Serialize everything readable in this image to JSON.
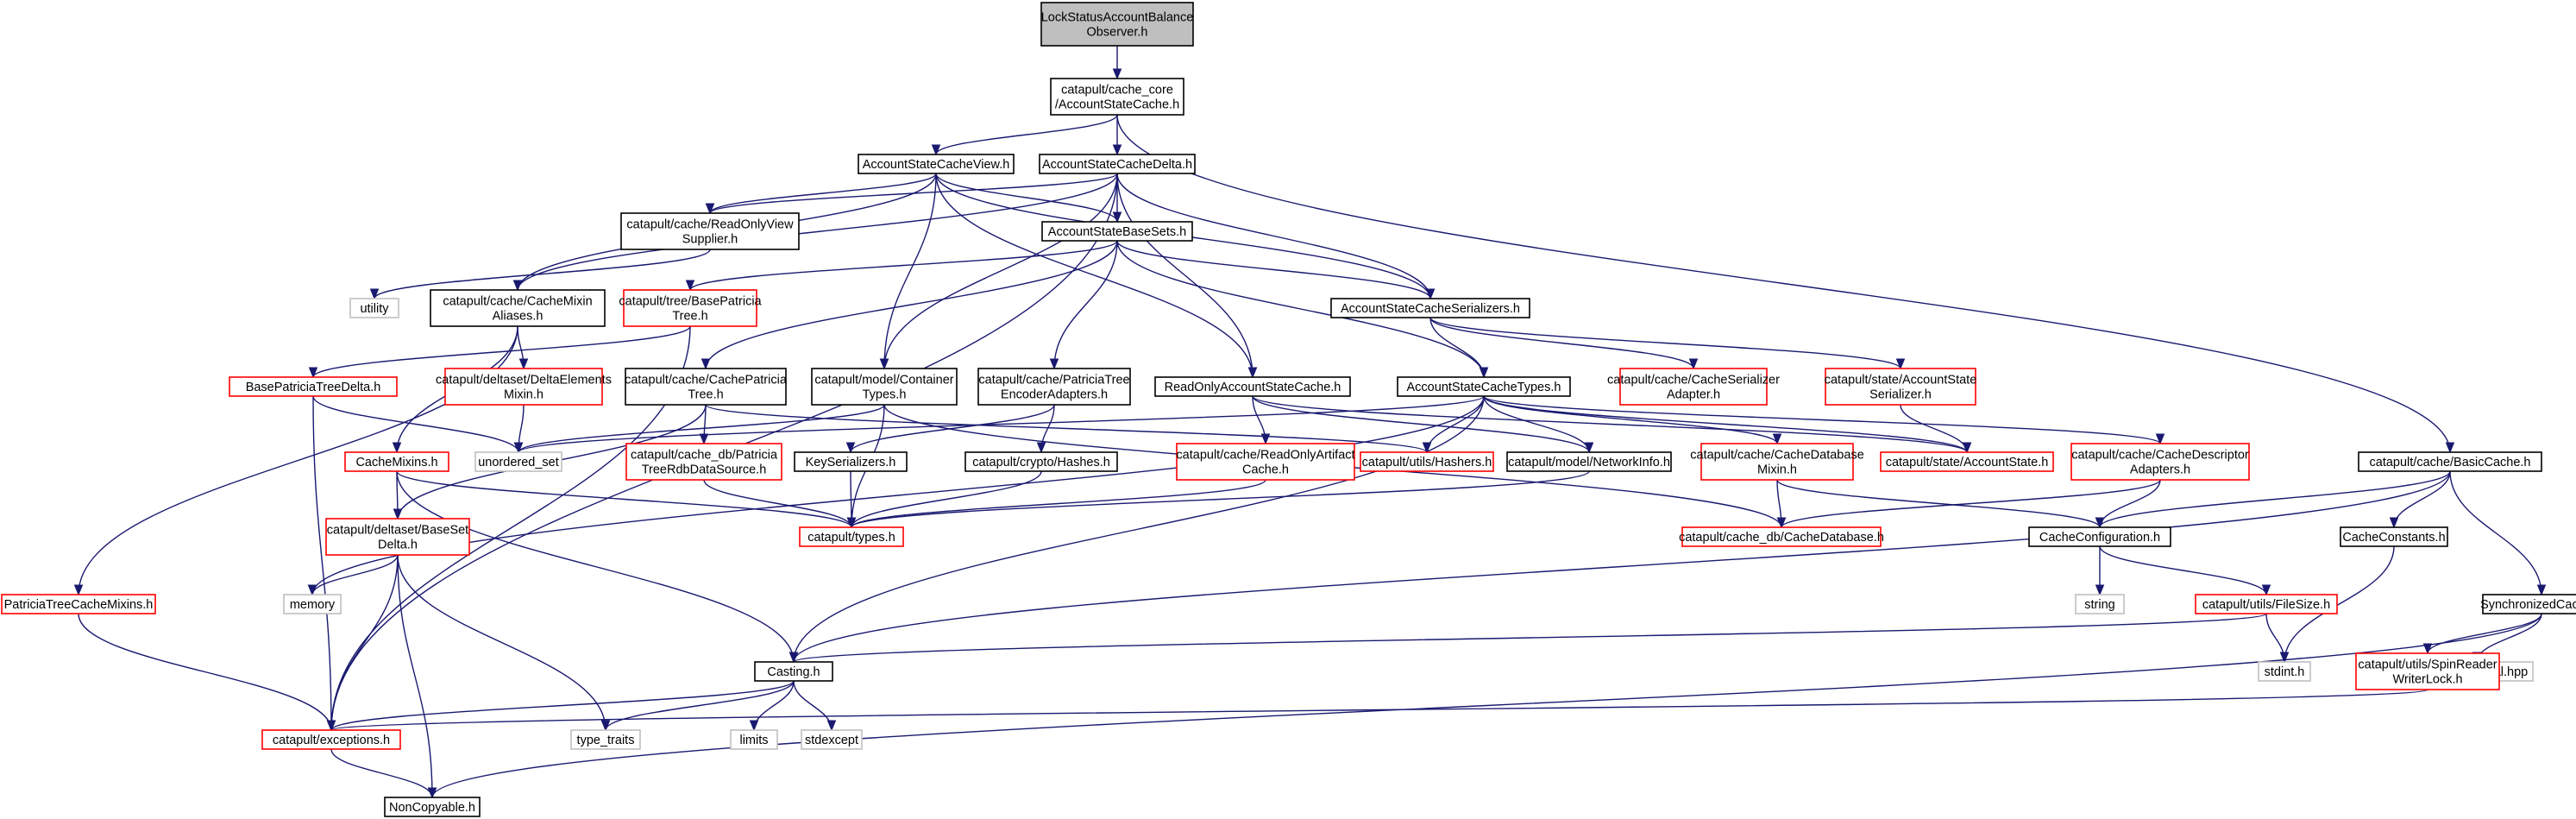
{
  "diagram": {
    "colors": {
      "edge": "#191970",
      "root_fill": "#bfbfbf",
      "root_border": "#000000",
      "normal_border": "#000000",
      "truncated_border": "#ff0000",
      "external_border": "#bfbfbf",
      "external_text": "#555555",
      "node_fill": "#ffffff"
    },
    "nodes": [
      {
        "id": "n0",
        "lines": [
          "LockStatusAccountBalance",
          "Observer.h"
        ],
        "style": "root"
      },
      {
        "id": "n1",
        "lines": [
          "catapult/cache_core",
          "/AccountStateCache.h"
        ],
        "style": "normal"
      },
      {
        "id": "n2",
        "lines": [
          "AccountStateCacheView.h"
        ],
        "style": "normal"
      },
      {
        "id": "n3",
        "lines": [
          "AccountStateCacheDelta.h"
        ],
        "style": "normal"
      },
      {
        "id": "n4",
        "lines": [
          "catapult/cache/ReadOnlyView",
          "Supplier.h"
        ],
        "style": "normal"
      },
      {
        "id": "n5",
        "lines": [
          "AccountStateBaseSets.h"
        ],
        "style": "normal"
      },
      {
        "id": "n6",
        "lines": [
          "utility"
        ],
        "style": "external"
      },
      {
        "id": "n7",
        "lines": [
          "catapult/cache/CacheMixin",
          "Aliases.h"
        ],
        "style": "normal"
      },
      {
        "id": "n8",
        "lines": [
          "catapult/tree/BasePatricia",
          "Tree.h"
        ],
        "style": "truncated"
      },
      {
        "id": "n9",
        "lines": [
          "AccountStateCacheSerializers.h"
        ],
        "style": "normal"
      },
      {
        "id": "n10",
        "lines": [
          "BasePatriciaTreeDelta.h"
        ],
        "style": "truncated"
      },
      {
        "id": "n11",
        "lines": [
          "catapult/deltaset/DeltaElements",
          "Mixin.h"
        ],
        "style": "truncated"
      },
      {
        "id": "n12",
        "lines": [
          "catapult/cache/CachePatricia",
          "Tree.h"
        ],
        "style": "normal"
      },
      {
        "id": "n13",
        "lines": [
          "catapult/model/Container",
          "Types.h"
        ],
        "style": "normal"
      },
      {
        "id": "n14",
        "lines": [
          "catapult/cache/PatriciaTree",
          "EncoderAdapters.h"
        ],
        "style": "normal"
      },
      {
        "id": "n15",
        "lines": [
          "ReadOnlyAccountStateCache.h"
        ],
        "style": "normal"
      },
      {
        "id": "n16",
        "lines": [
          "AccountStateCacheTypes.h"
        ],
        "style": "normal"
      },
      {
        "id": "n17",
        "lines": [
          "catapult/cache/CacheSerializer",
          "Adapter.h"
        ],
        "style": "truncated"
      },
      {
        "id": "n18",
        "lines": [
          "catapult/state/AccountState",
          "Serializer.h"
        ],
        "style": "truncated"
      },
      {
        "id": "n19",
        "lines": [
          "unordered_set"
        ],
        "style": "external"
      },
      {
        "id": "n20",
        "lines": [
          "CacheMixins.h"
        ],
        "style": "truncated"
      },
      {
        "id": "n21",
        "lines": [
          "catapult/cache_db/Patricia",
          "TreeRdbDataSource.h"
        ],
        "style": "truncated"
      },
      {
        "id": "n22",
        "lines": [
          "KeySerializers.h"
        ],
        "style": "normal"
      },
      {
        "id": "n23",
        "lines": [
          "catapult/crypto/Hashes.h"
        ],
        "style": "normal"
      },
      {
        "id": "n24",
        "lines": [
          "catapult/cache/ReadOnlyArtifact",
          "Cache.h"
        ],
        "style": "truncated"
      },
      {
        "id": "n25",
        "lines": [
          "catapult/utils/Hashers.h"
        ],
        "style": "truncated"
      },
      {
        "id": "n26",
        "lines": [
          "catapult/model/NetworkInfo.h"
        ],
        "style": "normal"
      },
      {
        "id": "n27",
        "lines": [
          "catapult/cache/CacheDatabase",
          "Mixin.h"
        ],
        "style": "truncated"
      },
      {
        "id": "n28",
        "lines": [
          "catapult/state/AccountState.h"
        ],
        "style": "truncated"
      },
      {
        "id": "n29",
        "lines": [
          "catapult/cache/CacheDescriptor",
          "Adapters.h"
        ],
        "style": "truncated"
      },
      {
        "id": "n30",
        "lines": [
          "catapult/cache/BasicCache.h"
        ],
        "style": "normal"
      },
      {
        "id": "n31",
        "lines": [
          "catapult/deltaset/BaseSet",
          "Delta.h"
        ],
        "style": "truncated"
      },
      {
        "id": "n32",
        "lines": [
          "catapult/types.h"
        ],
        "style": "truncated"
      },
      {
        "id": "n33",
        "lines": [
          "catapult/cache_db/CacheDatabase.h"
        ],
        "style": "truncated"
      },
      {
        "id": "n34",
        "lines": [
          "CacheConfiguration.h"
        ],
        "style": "normal"
      },
      {
        "id": "n35",
        "lines": [
          "CacheConstants.h"
        ],
        "style": "normal"
      },
      {
        "id": "n36",
        "lines": [
          "memory"
        ],
        "style": "external"
      },
      {
        "id": "n37",
        "lines": [
          "PatriciaTreeCacheMixins.h"
        ],
        "style": "truncated"
      },
      {
        "id": "n38",
        "lines": [
          "string"
        ],
        "style": "external"
      },
      {
        "id": "n39",
        "lines": [
          "catapult/utils/FileSize.h"
        ],
        "style": "truncated"
      },
      {
        "id": "n40",
        "lines": [
          "SynchronizedCache.h"
        ],
        "style": "normal"
      },
      {
        "id": "n41",
        "lines": [
          "Casting.h"
        ],
        "style": "normal"
      },
      {
        "id": "n42",
        "lines": [
          "stdint.h"
        ],
        "style": "external"
      },
      {
        "id": "n43",
        "lines": [
          "boost/optional.hpp"
        ],
        "style": "external"
      },
      {
        "id": "n44",
        "lines": [
          "catapult/utils/SpinReader",
          "WriterLock.h"
        ],
        "style": "truncated"
      },
      {
        "id": "n45",
        "lines": [
          "catapult/exceptions.h"
        ],
        "style": "truncated"
      },
      {
        "id": "n46",
        "lines": [
          "type_traits"
        ],
        "style": "external"
      },
      {
        "id": "n47",
        "lines": [
          "limits"
        ],
        "style": "external"
      },
      {
        "id": "n48",
        "lines": [
          "stdexcept"
        ],
        "style": "external"
      },
      {
        "id": "n49",
        "lines": [
          "NonCopyable.h"
        ],
        "style": "normal"
      }
    ],
    "edges": [
      [
        "n0",
        "n1"
      ],
      [
        "n1",
        "n2"
      ],
      [
        "n1",
        "n3"
      ],
      [
        "n1",
        "n30"
      ],
      [
        "n2",
        "n4"
      ],
      [
        "n2",
        "n5"
      ],
      [
        "n2",
        "n9"
      ],
      [
        "n2",
        "n7"
      ],
      [
        "n2",
        "n13"
      ],
      [
        "n2",
        "n15"
      ],
      [
        "n3",
        "n4"
      ],
      [
        "n3",
        "n5"
      ],
      [
        "n3",
        "n9"
      ],
      [
        "n3",
        "n7"
      ],
      [
        "n3",
        "n13"
      ],
      [
        "n3",
        "n15"
      ],
      [
        "n3",
        "n45"
      ],
      [
        "n4",
        "n6"
      ],
      [
        "n5",
        "n8"
      ],
      [
        "n5",
        "n9"
      ],
      [
        "n5",
        "n16"
      ],
      [
        "n5",
        "n12"
      ],
      [
        "n5",
        "n14"
      ],
      [
        "n7",
        "n11"
      ],
      [
        "n7",
        "n20"
      ],
      [
        "n7",
        "n37"
      ],
      [
        "n8",
        "n10"
      ],
      [
        "n8",
        "n45"
      ],
      [
        "n9",
        "n16"
      ],
      [
        "n9",
        "n17"
      ],
      [
        "n9",
        "n18"
      ],
      [
        "n10",
        "n19"
      ],
      [
        "n10",
        "n45"
      ],
      [
        "n11",
        "n19"
      ],
      [
        "n12",
        "n21"
      ],
      [
        "n12",
        "n25"
      ],
      [
        "n12",
        "n31"
      ],
      [
        "n13",
        "n19"
      ],
      [
        "n13",
        "n32"
      ],
      [
        "n13",
        "n33"
      ],
      [
        "n14",
        "n22"
      ],
      [
        "n14",
        "n23"
      ],
      [
        "n15",
        "n24"
      ],
      [
        "n15",
        "n26"
      ],
      [
        "n15",
        "n28"
      ],
      [
        "n16",
        "n19"
      ],
      [
        "n16",
        "n25"
      ],
      [
        "n16",
        "n26"
      ],
      [
        "n16",
        "n27"
      ],
      [
        "n16",
        "n28"
      ],
      [
        "n16",
        "n29"
      ],
      [
        "n16",
        "n41"
      ],
      [
        "n16",
        "n36"
      ],
      [
        "n18",
        "n28"
      ],
      [
        "n20",
        "n31"
      ],
      [
        "n20",
        "n32"
      ],
      [
        "n20",
        "n41"
      ],
      [
        "n21",
        "n32"
      ],
      [
        "n22",
        "n32"
      ],
      [
        "n23",
        "n32"
      ],
      [
        "n24",
        "n32"
      ],
      [
        "n26",
        "n32"
      ],
      [
        "n27",
        "n33"
      ],
      [
        "n27",
        "n34"
      ],
      [
        "n29",
        "n33"
      ],
      [
        "n29",
        "n34"
      ],
      [
        "n30",
        "n34"
      ],
      [
        "n30",
        "n35"
      ],
      [
        "n30",
        "n40"
      ],
      [
        "n30",
        "n41"
      ],
      [
        "n31",
        "n36"
      ],
      [
        "n31",
        "n45"
      ],
      [
        "n31",
        "n46"
      ],
      [
        "n31",
        "n49"
      ],
      [
        "n34",
        "n38"
      ],
      [
        "n34",
        "n39"
      ],
      [
        "n35",
        "n42"
      ],
      [
        "n37",
        "n45"
      ],
      [
        "n39",
        "n41"
      ],
      [
        "n39",
        "n42"
      ],
      [
        "n40",
        "n43"
      ],
      [
        "n40",
        "n44"
      ],
      [
        "n40",
        "n49"
      ],
      [
        "n41",
        "n45"
      ],
      [
        "n41",
        "n46"
      ],
      [
        "n41",
        "n47"
      ],
      [
        "n41",
        "n48"
      ],
      [
        "n44",
        "n45"
      ],
      [
        "n45",
        "n49"
      ]
    ]
  }
}
